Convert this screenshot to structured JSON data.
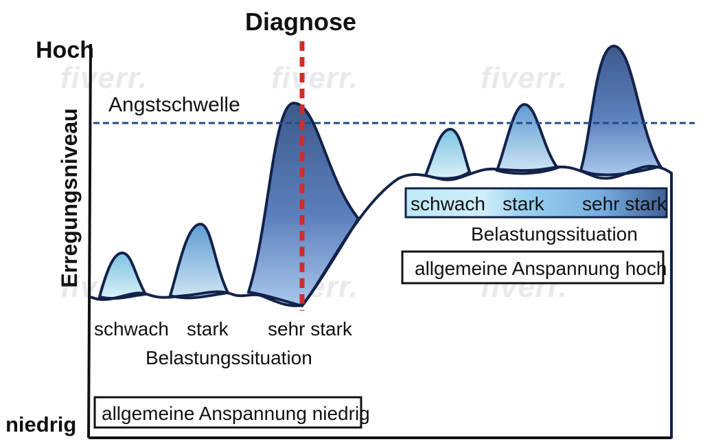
{
  "diagnosis_label": "Diagnose",
  "y_axis": {
    "top_label": "Hoch",
    "bottom_label": "niedrig",
    "title": "Erregungsniveau"
  },
  "threshold_label": "Angstschwelle",
  "phase_low": {
    "peaks": [
      "schwach",
      "stark",
      "sehr stark"
    ],
    "situation_label": "Belastungssituation",
    "tension_label": "allgemeine Anspannung niedrig"
  },
  "phase_high": {
    "peaks": [
      "schwach",
      "stark",
      "sehr stark"
    ],
    "situation_label": "Belastungssituation",
    "tension_label": "allgemeine Anspannung hoch"
  },
  "watermark": "fiverr.",
  "colors": {
    "threshold_line": "#1f4a8a",
    "diagnosis_line": "#d12b2b",
    "peak_light": "#bfe6f3",
    "peak_dark": "#3a5a8e",
    "outline": "#12224a"
  }
}
